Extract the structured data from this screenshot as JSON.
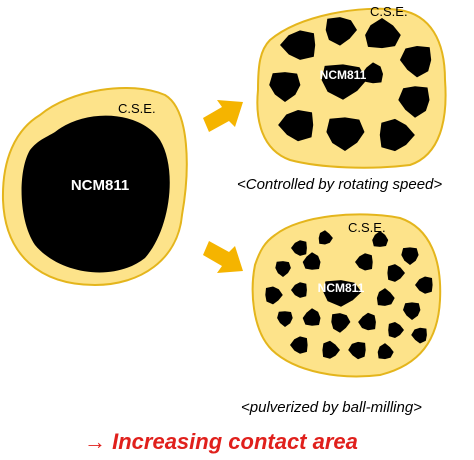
{
  "colors": {
    "electrolyte": "#fde38a",
    "electrolyte_border": "#e4b51c",
    "particle": "#000000",
    "arrow": "#f5b400",
    "footer": "#e0201c"
  },
  "left": {
    "shell_label": "C.S.E.",
    "core_label": "NCM811"
  },
  "top_right": {
    "shell_label": "C.S.E.",
    "core_label": "NCM811",
    "caption": "<Controlled by rotating speed>"
  },
  "bottom_right": {
    "shell_label": "C.S.E.",
    "core_label": "NCM811",
    "caption": "<pulverized by ball-milling>"
  },
  "footer": {
    "text": "→ Increasing contact area"
  }
}
